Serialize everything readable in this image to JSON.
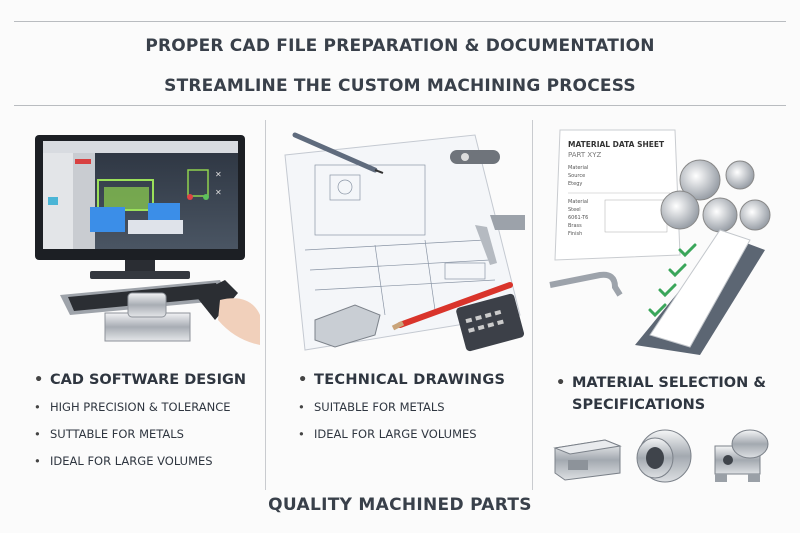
{
  "header": {
    "title": "PROPER CAD FILE PREPARATION & DOCUMENTATION",
    "subtitle": "STREAMLINE THE CUSTOM MACHINING PROCESS"
  },
  "panels": [
    {
      "illustration": "computer-cad-software-icon",
      "heading": "CAD SOFTWARE DESIGN",
      "items": [
        "HIGH PRECISION & TOLERANCE",
        "SUTTABLE FOR METALS",
        "IDEAL FOR LARGE VOLUMES"
      ]
    },
    {
      "illustration": "technical-drawing-blueprint-icon",
      "heading": "TECHNICAL DRAWINGS",
      "items": [
        "SUITABLE FOR METALS",
        "IDEAL FOR LARGE VOLUMES"
      ]
    },
    {
      "illustration": "material-data-sheet-icon",
      "heading": "MATERIAL SELECTION & SPECIFICATIONS",
      "sheet": {
        "title": "MATERIAL DATA SHEET",
        "part": "PART XYZ",
        "labels": [
          "Material",
          "Source",
          "Etegy"
        ],
        "labels2": [
          "Material",
          "Steel",
          "6061-T6",
          "Brass",
          "Finish"
        ]
      },
      "parts_illustration": "machined-parts-icon"
    }
  ],
  "footer": {
    "text": "QUALITY MACHINED PARTS"
  },
  "colors": {
    "text": "#2f3640",
    "cad_green": "#8fd14f",
    "cad_blue": "#3b8ee8",
    "check_green": "#3aa65a",
    "pencil_red": "#d9342b"
  }
}
